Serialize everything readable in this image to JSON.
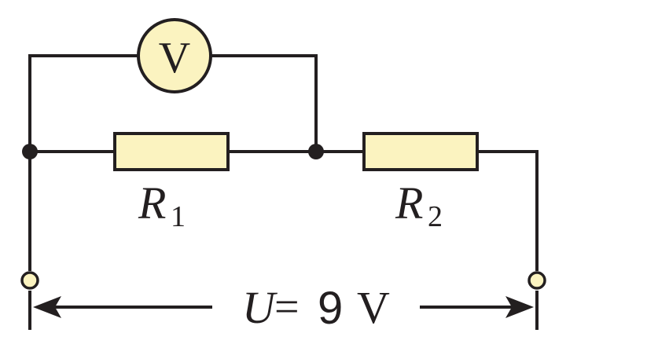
{
  "meter": {
    "symbol": "V"
  },
  "resistors": {
    "r1": {
      "symbol": "R",
      "subscript": "1"
    },
    "r2": {
      "symbol": "R",
      "subscript": "2"
    }
  },
  "voltage": {
    "symbol": "U",
    "equals": "=",
    "value": "9",
    "unit": "V"
  },
  "colors": {
    "line": "#231f20",
    "component_fill": "#fbf3c0"
  }
}
